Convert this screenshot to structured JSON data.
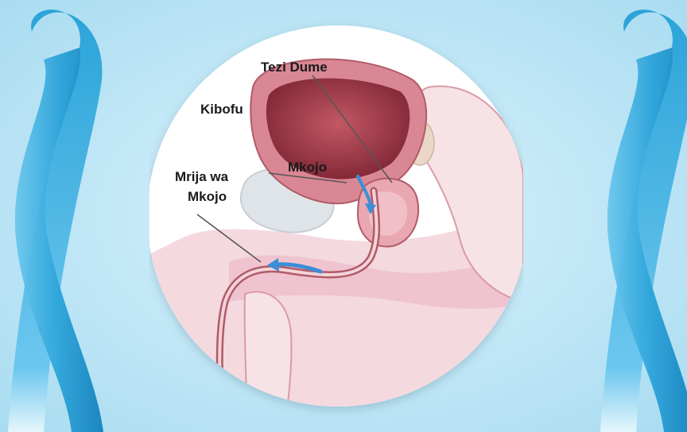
{
  "labels": {
    "prostate": "Tezi Dume",
    "bladder": "Kibofu",
    "urine": "Mkojo",
    "urethra_line1": "Mrija wa",
    "urethra_line2": "Mkojo"
  },
  "colors": {
    "background": "#bfe6f6",
    "ribbon": "#2ba3d9",
    "ribbon_shadow": "#157ab0",
    "tissue_pink": "#f2c9d3",
    "muscle_red": "#c85a6a",
    "bladder_inner": "#a8414f",
    "flow_arrow": "#3a8fd6"
  },
  "icons": {
    "left_ribbon": "awareness-ribbon-icon",
    "right_ribbon": "awareness-ribbon-icon"
  }
}
